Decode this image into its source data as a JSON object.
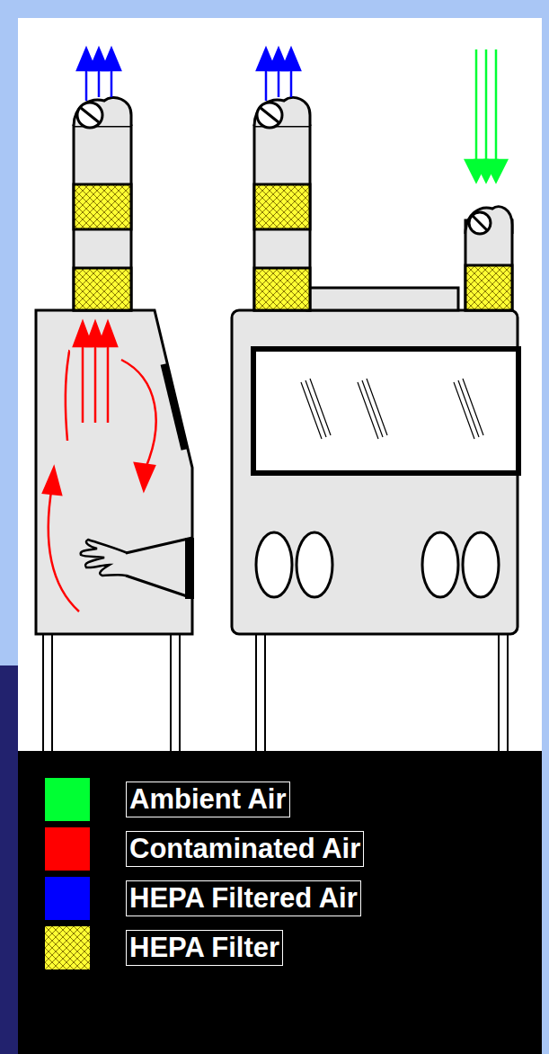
{
  "diagram": {
    "legend": [
      {
        "text": "Ambient Air",
        "color": "#00ff33"
      },
      {
        "text": "Contaminated Air",
        "color": "#ff0000"
      },
      {
        "text": "HEPA Filtered Air",
        "color": "#0000ff"
      },
      {
        "text": "HEPA Filter"
      }
    ]
  }
}
